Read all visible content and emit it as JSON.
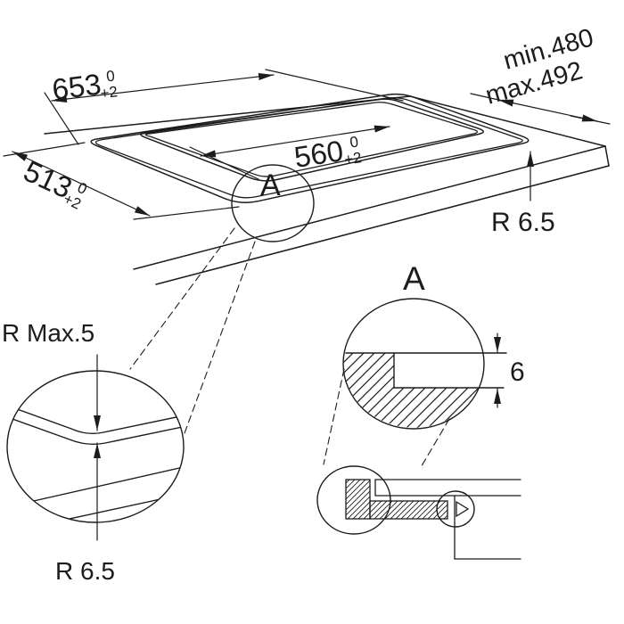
{
  "main_view": {
    "detail_label": "A",
    "dim_width": {
      "value": "653",
      "tol_upper": "0",
      "tol_lower": "+2"
    },
    "dim_depth": {
      "value": "513",
      "tol_upper": "0",
      "tol_lower": "+2"
    },
    "dim_cutout_width": {
      "value": "560",
      "tol_upper": "0",
      "tol_lower": "+2"
    },
    "dim_depth_min": "min.480",
    "dim_depth_max": "max.492",
    "corner_radius": "R 6.5"
  },
  "corner_detail": {
    "radius_max_label": "R Max.5",
    "radius_label": "R 6.5"
  },
  "detail_a": {
    "title": "A",
    "recess_depth": "6"
  },
  "colors": {
    "line": "#1c1c1c",
    "background": "#ffffff"
  }
}
